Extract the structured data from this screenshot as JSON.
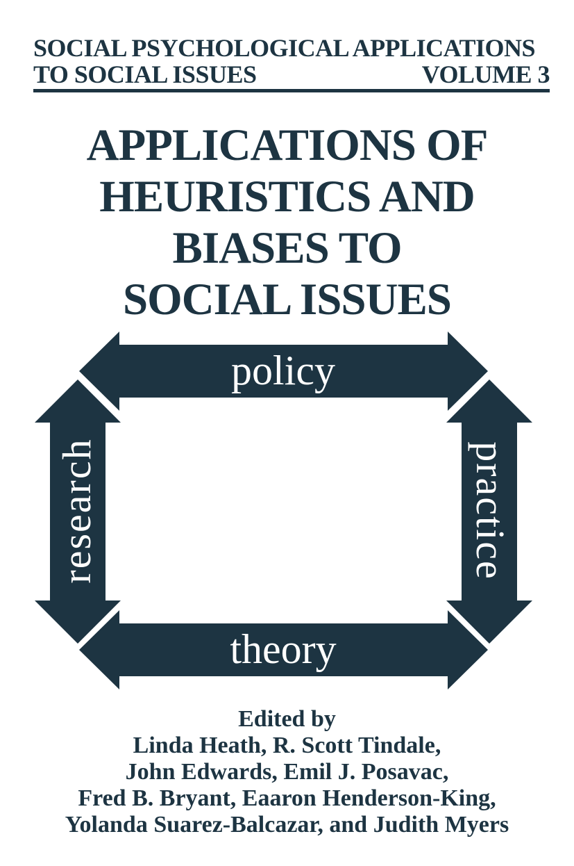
{
  "colors": {
    "ink": "#1d3442",
    "diagram_label_text": "#ffffff",
    "background": "#ffffff"
  },
  "series_header": {
    "line1": "SOCIAL PSYCHOLOGICAL APPLICATIONS",
    "line2_left": "TO SOCIAL ISSUES",
    "line2_right": "VOLUME 3"
  },
  "book_title": {
    "lines": [
      "APPLICATIONS OF",
      "HEURISTICS AND",
      "BIASES TO",
      "SOCIAL ISSUES"
    ]
  },
  "diagram": {
    "type": "cycle-diagram",
    "description": "Four dark double-headed arrows arranged in a square loop with white gaps at the corners, linking policy, practice, theory and research bidirectionally",
    "labels": {
      "top": "policy",
      "right": "practice",
      "bottom": "theory",
      "left": "research"
    },
    "connections": [
      [
        "research",
        "policy"
      ],
      [
        "policy",
        "practice"
      ],
      [
        "practice",
        "theory"
      ],
      [
        "theory",
        "research"
      ]
    ],
    "bidirectional": true,
    "arrow_color": "#1d3442"
  },
  "editors": {
    "heading": "Edited by",
    "names_lines": [
      "Linda Heath, R. Scott Tindale,",
      "John Edwards, Emil J. Posavac,",
      "Fred B. Bryant, Eaaron Henderson-King,",
      "Yolanda Suarez-Balcazar, and Judith Myers"
    ],
    "names": [
      "Linda Heath",
      "R. Scott Tindale",
      "John Edwards",
      "Emil J. Posavac",
      "Fred B. Bryant",
      "Eaaron Henderson-King",
      "Yolanda Suarez-Balcazar",
      "Judith Myers"
    ]
  }
}
